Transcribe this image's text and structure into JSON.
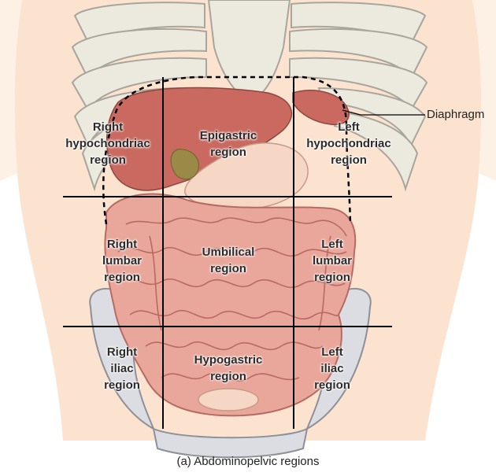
{
  "callout": {
    "diaphragm": "Diaphragm"
  },
  "caption": "(a) Abdominopelvic regions",
  "regions": {
    "right_hypochondriac": [
      "Right",
      "hypochondriac",
      "region"
    ],
    "epigastric": [
      "Epigastric",
      "region"
    ],
    "left_hypochondriac": [
      "Left",
      "hypochondriac",
      "region"
    ],
    "right_lumbar": [
      "Right",
      "lumbar",
      "region"
    ],
    "umbilical": [
      "Umbilical",
      "region"
    ],
    "left_lumbar": [
      "Left",
      "lumbar",
      "region"
    ],
    "right_iliac": [
      "Right",
      "iliac",
      "region"
    ],
    "hypogastric": [
      "Hypogastric",
      "region"
    ],
    "left_iliac": [
      "Left",
      "iliac",
      "region"
    ]
  },
  "colors": {
    "skin": "#fbe3cf",
    "skin_dark": "#f3cfb5",
    "bone": "#e9e6dc",
    "bone_outline": "#a8a69c",
    "liver": "#c9695f",
    "intestine": "#e9a69a",
    "intestine_outline": "#b86a62",
    "pelvis": "#dcdde2",
    "grid_line": "#000000"
  }
}
